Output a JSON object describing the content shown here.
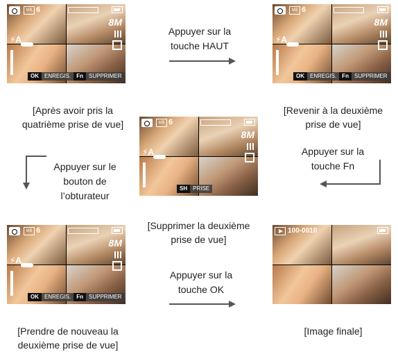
{
  "screens": {
    "s1": {
      "count": "6",
      "keys": {
        "ok": "OK",
        "ok_label": "ENREGIS.",
        "fn": "Fn",
        "fn_label": "SUPPRIMER"
      }
    },
    "s2": {
      "count": "6",
      "keys": {
        "ok": "OK",
        "ok_label": "ENREGIS.",
        "fn": "Fn",
        "fn_label": "SUPPRIMER"
      }
    },
    "s3": {
      "count": "6",
      "keys": {
        "sh": "SH",
        "sh_label": "PRISE"
      }
    },
    "s4": {
      "count": "6",
      "keys": {
        "ok": "OK",
        "ok_label": "ENREGIS.",
        "fn": "Fn",
        "fn_label": "SUPPRIMER"
      }
    },
    "s5": {
      "file_no": "100-0010"
    },
    "resolution": "8M",
    "flash": "⚡A",
    "count_box": "MB"
  },
  "captions": {
    "c1_l1": "[Après avoir pris la",
    "c1_l2": "quatrième prise de vue]",
    "c2_l1": "[Revenir à la deuxième",
    "c2_l2": "prise de vue]",
    "c3_l1": "[Supprimer la deuxième",
    "c3_l2": "prise de vue]",
    "c4_l1": "[Prendre de nouveau la",
    "c4_l2": "deuxième prise de vue]",
    "c5_l1": "[Image finale]"
  },
  "instructions": {
    "up_l1": "Appuyer sur la",
    "up_l2": "touche HAUT",
    "fn_l1": "Appuyer sur la",
    "fn_l2": "touche Fn",
    "shutter_l1": "Appuyer sur le",
    "shutter_l2": "bouton de",
    "shutter_l3": "l’obturateur",
    "ok_l1": "Appuyer sur la",
    "ok_l2": "touche OK"
  }
}
